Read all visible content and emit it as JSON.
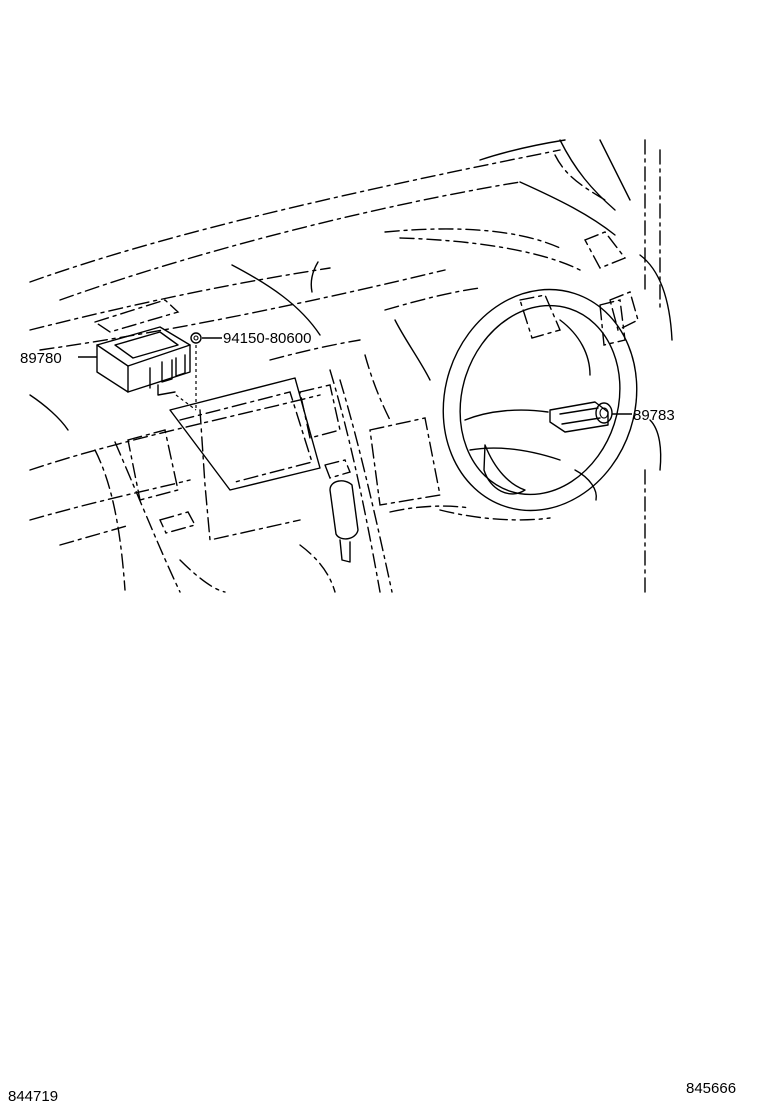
{
  "callouts": {
    "module": "89780",
    "nut": "94150-80600",
    "switch": "89783"
  },
  "footer": {
    "left_code": "844719",
    "right_code": "845666"
  }
}
